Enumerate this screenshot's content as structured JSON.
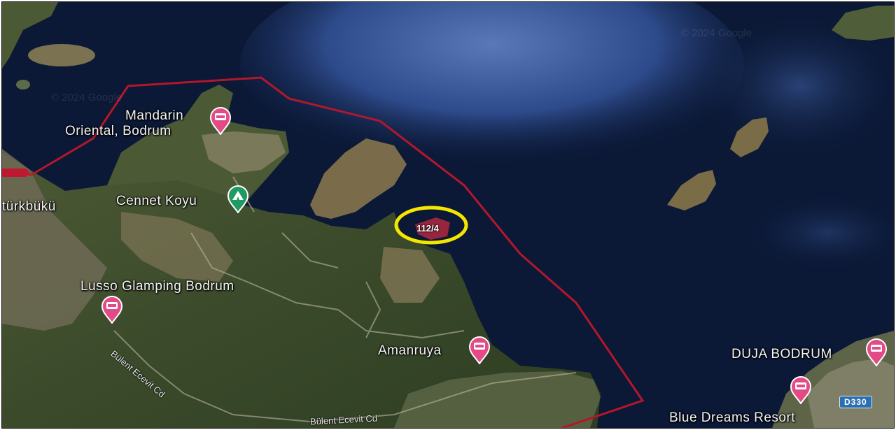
{
  "map": {
    "labels": {
      "mandarin_line1": "Mandarin",
      "mandarin_line2": "Oriental, Bodrum",
      "cennet": "Cennet Koyu",
      "turkbuku": "türkbükü",
      "lusso": "Lusso Glamping Bodrum",
      "amanruya": "Amanruya",
      "duja": "DUJA BODRUM",
      "blue_dreams": "Blue Dreams Resort"
    },
    "roads": {
      "bulent_1": "Bülent Ecevit Cd",
      "bulent_2": "Bülent Ecevit Cd"
    },
    "route_badge": "D330",
    "parcel_label": "112/4",
    "watermarks": {
      "wm1": "© 2024 Google",
      "wm2": "© 2024 Google"
    },
    "colors": {
      "boundary": "#b3172b",
      "highlight": "#f5e600",
      "pin": "#e24b86",
      "campsite": "#1f9a62",
      "sea_deep": "#0a1733",
      "sea_light": "#4f6fb0"
    }
  }
}
